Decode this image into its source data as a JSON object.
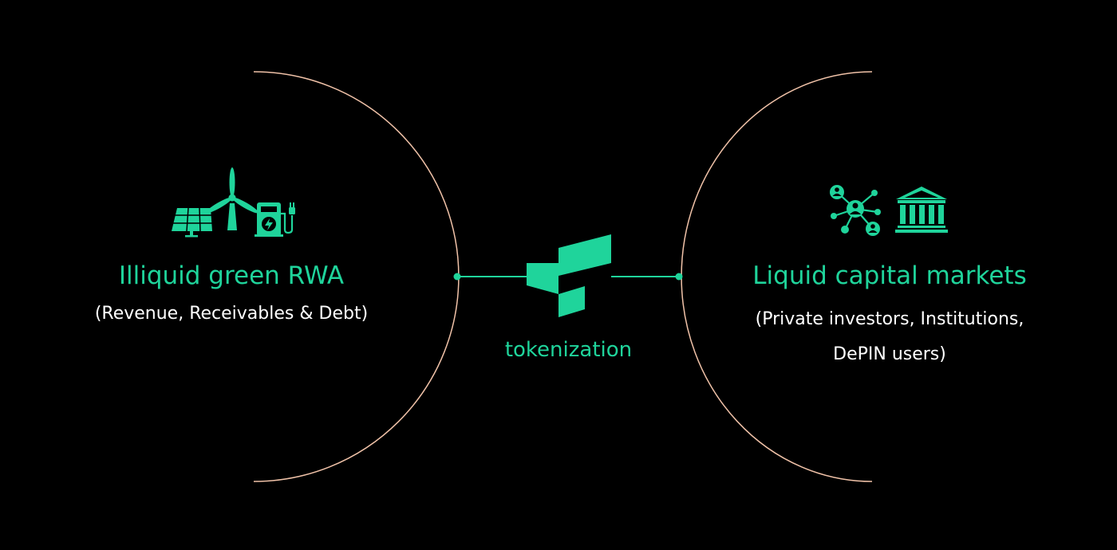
{
  "colors": {
    "background": "#000000",
    "accent": "#1fd49b",
    "arc": "#f0c2a8",
    "text": "#ffffff"
  },
  "left": {
    "icons": [
      "solar-panel-icon",
      "wind-turbine-icon",
      "ev-charger-icon"
    ],
    "title": "Illiquid green RWA",
    "subtitle": "(Revenue, Receivables & Debt)"
  },
  "center": {
    "icon": "logo-mark-icon",
    "label": "tokenization"
  },
  "right": {
    "icons": [
      "user-network-icon",
      "bank-icon"
    ],
    "title": "Liquid capital markets",
    "subtitle_lines": [
      "(Private investors, Institutions,",
      "DePIN users)"
    ]
  }
}
